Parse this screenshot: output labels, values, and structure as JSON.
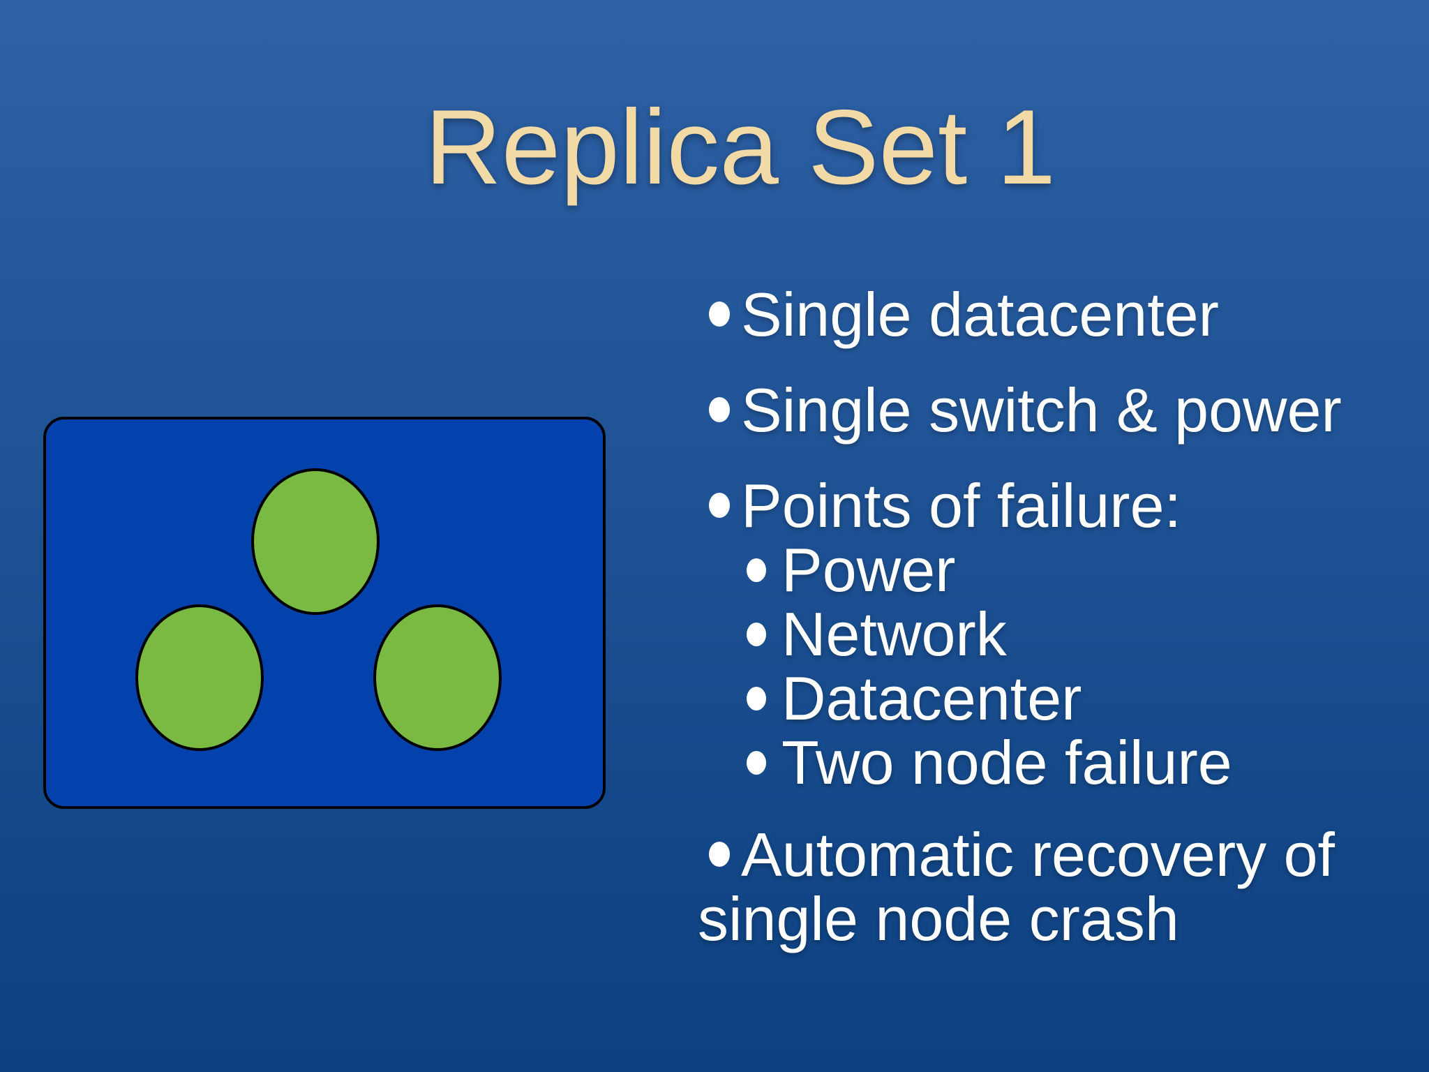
{
  "slide": {
    "title": "Replica Set 1",
    "bullets": [
      {
        "level": 1,
        "text": "Single datacenter"
      },
      {
        "level": 1,
        "text": "Single switch & power"
      },
      {
        "level": 1,
        "text": "Points of failure:"
      },
      {
        "level": 2,
        "text": "Power"
      },
      {
        "level": 2,
        "text": "Network"
      },
      {
        "level": 2,
        "text": "Datacenter"
      },
      {
        "level": 2,
        "text": "Two node failure"
      },
      {
        "level": 1,
        "text": "Automatic recovery of single node crash"
      }
    ],
    "diagram": {
      "node_count": 3,
      "node_shape": "ellipse"
    }
  },
  "colors": {
    "bg_top": "#2E61A5",
    "bg_bottom": "#0C4080",
    "box_blue": "#0342AD",
    "node_green": "#7ABA42",
    "title_cream": "#F2DAA6",
    "text_white": "#FFFFFF",
    "outline": "#000000"
  }
}
